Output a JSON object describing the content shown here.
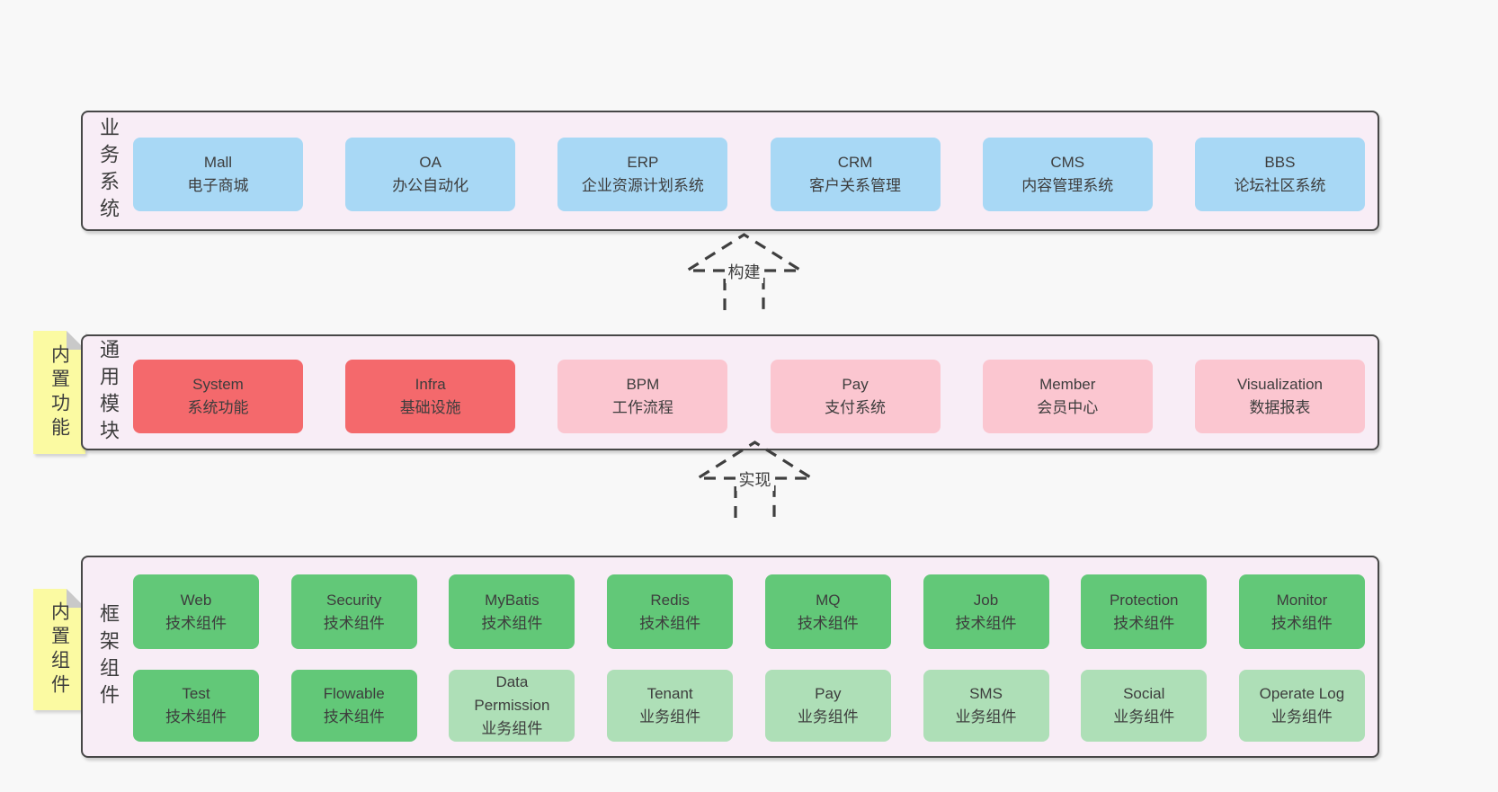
{
  "sections": [
    {
      "label": "业务系统",
      "boxes": [
        {
          "name": "Mall",
          "desc": "电子商城"
        },
        {
          "name": "OA",
          "desc": "办公自动化"
        },
        {
          "name": "ERP",
          "desc": "企业资源计划系统"
        },
        {
          "name": "CRM",
          "desc": "客户关系管理"
        },
        {
          "name": "CMS",
          "desc": "内容管理系统"
        },
        {
          "name": "BBS",
          "desc": "论坛社区系统"
        }
      ]
    },
    {
      "label": "通用模块",
      "sticky": "内置功能",
      "boxes": [
        {
          "name": "System",
          "desc": "系统功能"
        },
        {
          "name": "Infra",
          "desc": "基础设施"
        },
        {
          "name": "BPM",
          "desc": "工作流程"
        },
        {
          "name": "Pay",
          "desc": "支付系统"
        },
        {
          "name": "Member",
          "desc": "会员中心"
        },
        {
          "name": "Visualization",
          "desc": "数据报表"
        }
      ]
    },
    {
      "label": "框架组件",
      "sticky": "内置组件",
      "rows": [
        [
          {
            "name": "Web",
            "desc": "技术组件"
          },
          {
            "name": "Security",
            "desc": "技术组件"
          },
          {
            "name": "MyBatis",
            "desc": "技术组件"
          },
          {
            "name": "Redis",
            "desc": "技术组件"
          },
          {
            "name": "MQ",
            "desc": "技术组件"
          },
          {
            "name": "Job",
            "desc": "技术组件"
          },
          {
            "name": "Protection",
            "desc": "技术组件"
          },
          {
            "name": "Monitor",
            "desc": "技术组件"
          }
        ],
        [
          {
            "name": "Test",
            "desc": "技术组件"
          },
          {
            "name": "Flowable",
            "desc": "技术组件"
          },
          {
            "name": "Data Permission",
            "desc": "业务组件"
          },
          {
            "name": "Tenant",
            "desc": "业务组件"
          },
          {
            "name": "Pay",
            "desc": "业务组件"
          },
          {
            "name": "SMS",
            "desc": "业务组件"
          },
          {
            "name": "Social",
            "desc": "业务组件"
          },
          {
            "name": "Operate Log",
            "desc": "业务组件"
          }
        ]
      ]
    }
  ],
  "arrows": [
    {
      "label": "构建"
    },
    {
      "label": "实现"
    }
  ],
  "colors": {
    "page-bg": "#f8f8f8",
    "panel-bg": "#f8edf6",
    "panel-border": "#474747",
    "blue": "#a8d8f5",
    "red": "#f4696c",
    "pink": "#fbc6d0",
    "green-dark": "#62c878",
    "green-light": "#aedfb7",
    "sticky": "#fbfaa2",
    "fold": "#c9c9c9",
    "text": "#3d3d3d",
    "arrow": "#3f3f3f"
  }
}
